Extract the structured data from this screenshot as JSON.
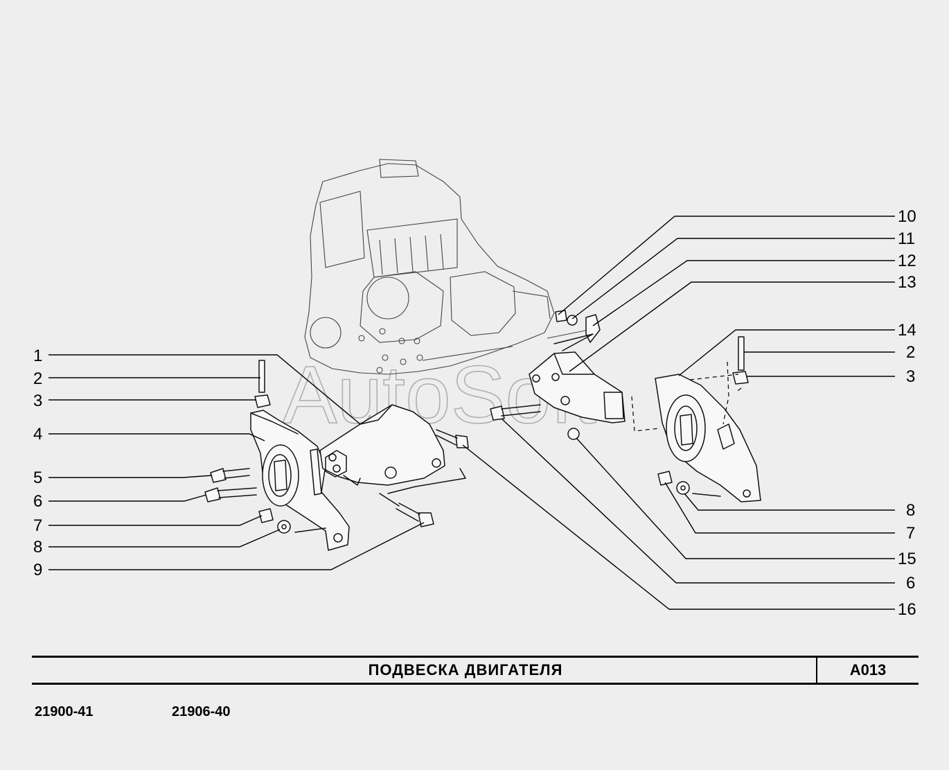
{
  "watermark": "AutoSoft",
  "title_block": {
    "title": "ПОДВЕСКА ДВИГАТЕЛЯ",
    "code": "A013"
  },
  "models": [
    "21900-41",
    "21906-40"
  ],
  "callouts_left": [
    "1",
    "2",
    "3",
    "4",
    "5",
    "6",
    "7",
    "8",
    "9"
  ],
  "callouts_right": [
    "10",
    "11",
    "12",
    "13",
    "14",
    "2",
    "3",
    "8",
    "7",
    "15",
    "6",
    "16"
  ]
}
